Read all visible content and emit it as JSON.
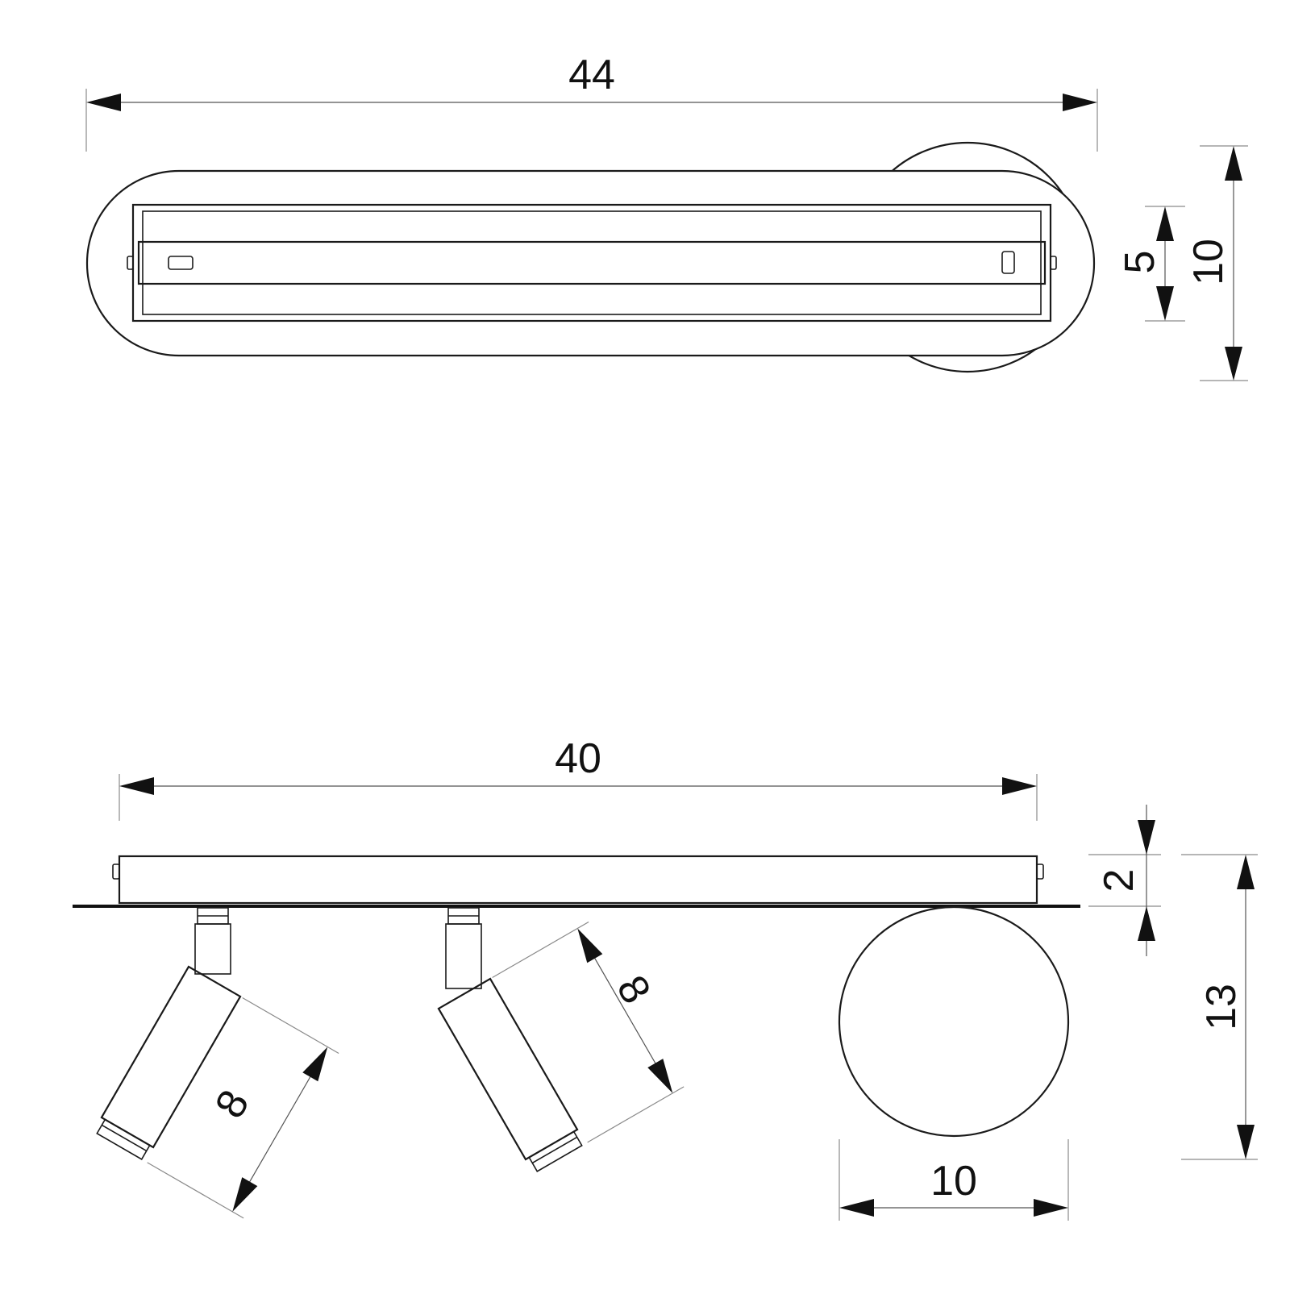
{
  "top_view": {
    "overall_length": "44",
    "base_diameter": "10",
    "bar_width": "5"
  },
  "side_view": {
    "bar_length": "40",
    "bar_height": "2",
    "overall_height": "13",
    "base_diameter": "10",
    "spot_left_length": "8",
    "spot_right_length": "8"
  }
}
